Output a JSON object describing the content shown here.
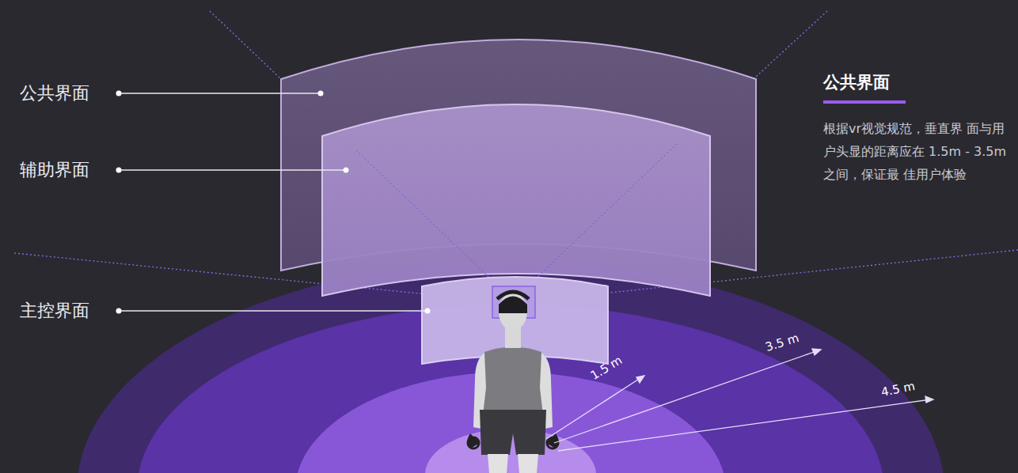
{
  "diagram": {
    "labels": [
      "公共界面",
      "辅助界面",
      "主控界面",
      "公共界面",
      "根据vr视觉规范，垂直界 面与用户头显的距离应在 1.5m - 3.5m之间，保证最 佳用户体验",
      "1.5 m",
      "3.5 m",
      "4.5 m"
    ]
  }
}
